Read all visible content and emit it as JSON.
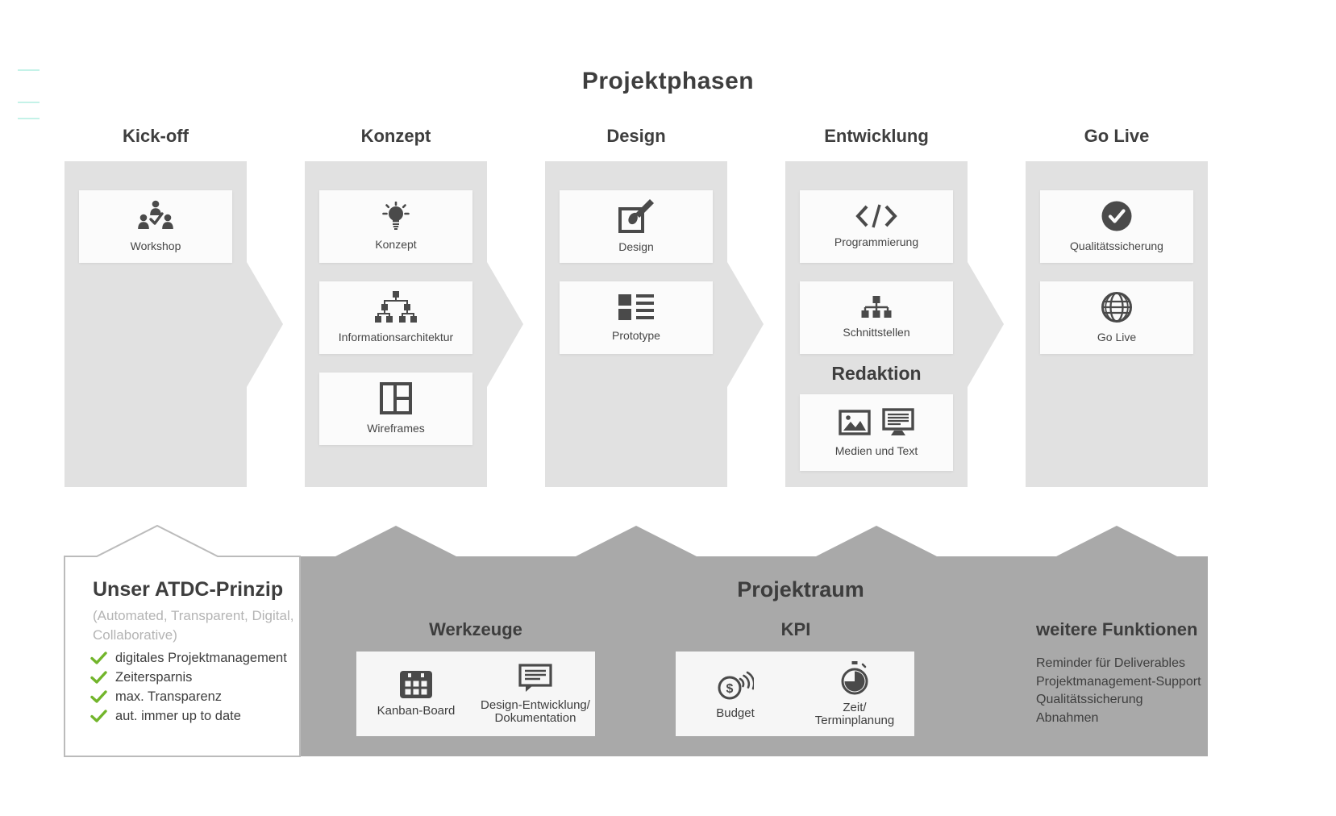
{
  "page": {
    "title": "Projektphasen"
  },
  "colors": {
    "column_bg": "#e1e1e1",
    "band_bg": "#a9a9a9",
    "card_bg": "#fbfbfb",
    "band_card_bg": "#f6f6f6",
    "text_dark": "#3e3e3e",
    "icon_gray": "#4a4a4a",
    "check_green": "#72b52b",
    "subtitle_gray": "#b4b4b4",
    "decor_teal": "#c4f2e8",
    "box_border": "#bbbbbb"
  },
  "phases": [
    {
      "label": "Kick-off",
      "cards": [
        {
          "label": "Workshop",
          "icon": "workshop-icon"
        }
      ]
    },
    {
      "label": "Konzept",
      "cards": [
        {
          "label": "Konzept",
          "icon": "lightbulb-icon"
        },
        {
          "label": "Informationsarchitektur",
          "icon": "sitemap-icon"
        },
        {
          "label": "Wireframes",
          "icon": "wireframe-icon"
        }
      ]
    },
    {
      "label": "Design",
      "cards": [
        {
          "label": "Design",
          "icon": "design-brush-icon"
        },
        {
          "label": "Prototype",
          "icon": "prototype-icon"
        }
      ]
    },
    {
      "label": "Entwicklung",
      "cards": [
        {
          "label": "Programmierung",
          "icon": "code-icon"
        },
        {
          "label": "Schnittstellen",
          "icon": "interfaces-icon"
        }
      ],
      "subheading": "Redaktion",
      "media_card": {
        "label": "Medien und Text",
        "icons": [
          "image-icon",
          "text-monitor-icon"
        ]
      }
    },
    {
      "label": "Go Live",
      "cards": [
        {
          "label": "Qualitätssicherung",
          "icon": "check-circle-icon"
        },
        {
          "label": "Go Live",
          "icon": "globe-icon"
        }
      ]
    }
  ],
  "atdc": {
    "title": "Unser ATDC-Prinzip",
    "subtitle_lines": [
      "(Automated, Transparent, Digital,",
      "Collaborative)"
    ],
    "items": [
      "digitales Projektmanagement",
      "Zeitersparnis",
      "max. Transparenz",
      "aut. immer up to date"
    ]
  },
  "projektraum": {
    "title": "Projektraum",
    "werkzeuge": {
      "title": "Werkzeuge",
      "items": [
        {
          "label": "Kanban-Board",
          "icon": "kanban-icon"
        },
        {
          "lines": [
            "Design-Entwicklung/",
            "Dokumentation"
          ],
          "icon": "speech-doc-icon"
        }
      ]
    },
    "kpi": {
      "title": "KPI",
      "items": [
        {
          "label": "Budget",
          "icon": "budget-icon"
        },
        {
          "lines": [
            "Zeit/",
            "Terminplanung"
          ],
          "icon": "stopwatch-icon"
        }
      ]
    },
    "weitere": {
      "title": "weitere Funktionen",
      "items": [
        "Reminder für Deliverables",
        "Projektmanagement-Support",
        "Qualitätssicherung",
        "Abnahmen"
      ]
    }
  }
}
